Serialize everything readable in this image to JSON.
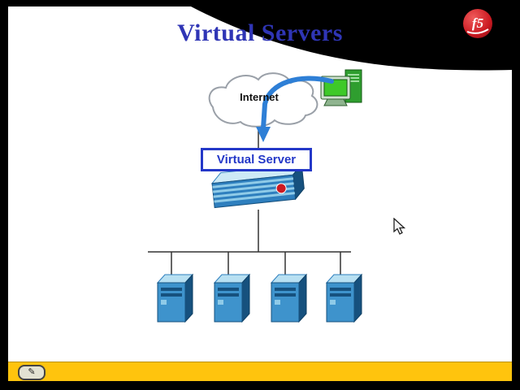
{
  "slide": {
    "title": "Virtual Servers"
  },
  "logo": {
    "text": "f5"
  },
  "diagram": {
    "internet_label": "Internet",
    "virtual_server_label": "Virtual Server",
    "server_count": 4
  },
  "icons": {
    "pen_tool": "✎"
  },
  "colors": {
    "title_blue": "#2f35b5",
    "accent_blue": "#2438c8",
    "arrow_blue": "#2e7fd6",
    "yellow_bar": "#ffc40d",
    "logo_red": "#cc1a22",
    "cloud_stroke": "#9aa0a8",
    "server_front": "#3e93cc",
    "server_top": "#b8e0f2",
    "server_side": "#16517e",
    "screen_green": "#3ec929",
    "line_color": "#333333"
  }
}
